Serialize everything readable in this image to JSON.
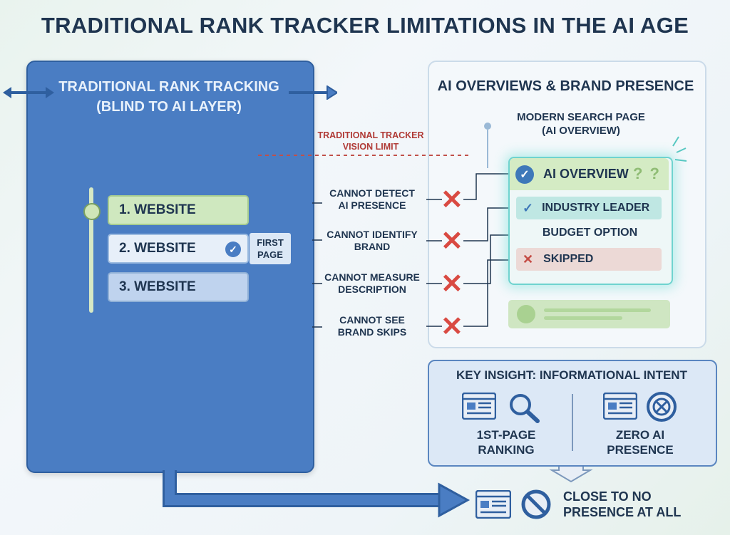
{
  "title": "TRADITIONAL RANK TRACKER LIMITATIONS IN THE AI AGE",
  "left_panel": {
    "title_line1": "TRADITIONAL RANK TRACKING",
    "title_line2": "(BLIND TO AI LAYER)",
    "results": [
      {
        "label": "1. WEBSITE"
      },
      {
        "label": "2. WEBSITE"
      },
      {
        "label": "3. WEBSITE"
      }
    ],
    "first_page_line1": "FIRST",
    "first_page_line2": "PAGE"
  },
  "tracker_limit": {
    "line1": "TRADITIONAL TRACKER",
    "line2": "VISION LIMIT",
    "color": "#b03a36"
  },
  "limitations": [
    {
      "line1": "CANNOT DETECT",
      "line2": "AI PRESENCE"
    },
    {
      "line1": "CANNOT IDENTIFY",
      "line2": "BRAND"
    },
    {
      "line1": "CANNOT MEASURE",
      "line2": "DESCRIPTION"
    },
    {
      "line1": "CANNOT SEE",
      "line2": "BRAND SKIPS"
    }
  ],
  "right_panel": {
    "title": "AI OVERVIEWS & BRAND PRESENCE",
    "subtitle_line1": "MODERN SEARCH PAGE",
    "subtitle_line2": "(AI OVERVIEW)",
    "ai_overview_label": "AI OVERVIEW",
    "question_marks": "? ?",
    "industry_leader": "INDUSTRY LEADER",
    "budget_option": "BUDGET OPTION",
    "skipped": "SKIPPED"
  },
  "key_insight": {
    "title": "KEY INSIGHT: INFORMATIONAL INTENT",
    "left_line1": "1ST-PAGE",
    "left_line2": "RANKING",
    "right_line1": "ZERO AI",
    "right_line2": "PRESENCE"
  },
  "conclusion": {
    "line1": "CLOSE TO NO",
    "line2": "PRESENCE AT ALL"
  },
  "colors": {
    "panel_blue": "#4a7dc3",
    "ai_glow": "#6fd3cf",
    "x_red": "#d94a42",
    "green_result": "#cfe8bf"
  },
  "icons": [
    "double-arrow-icon",
    "check-icon",
    "x-icon",
    "browser-window-icon",
    "magnifier-icon",
    "no-symbol-icon",
    "arrow-icon"
  ]
}
